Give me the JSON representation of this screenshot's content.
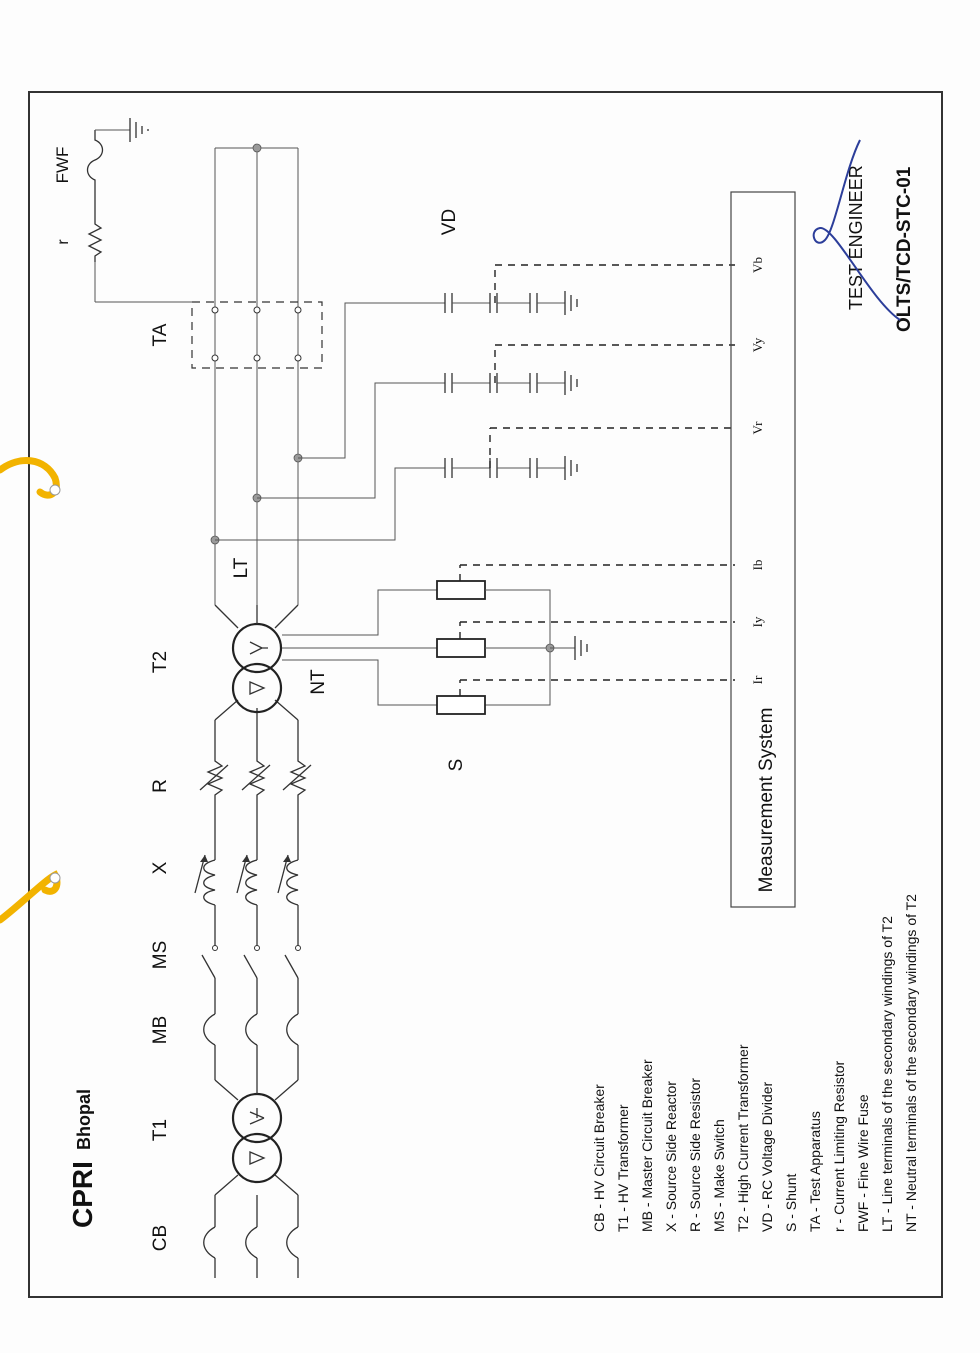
{
  "header": {
    "brand": "CPRI",
    "location": "Bhopal"
  },
  "labels": {
    "cb": "CB",
    "t1": "T1",
    "mb": "MB",
    "ms": "MS",
    "x": "X",
    "r": "R",
    "t2": "T2",
    "nt": "NT",
    "lt": "LT",
    "ta": "TA",
    "r_small": "r",
    "fwf": "FWF",
    "vd": "VD",
    "s": "S",
    "measurement_system": "Measurement System",
    "channels": [
      "Ir",
      "Iy",
      "Ib",
      "Vr",
      "Vy",
      "Vb"
    ]
  },
  "legend": [
    "CB - HV Circuit Breaker",
    "T1 - HV Transformer",
    "MB - Master Circuit Breaker",
    "X - Source Side Reactor",
    "R - Source Side Resistor",
    "MS - Make Switch",
    "T2 - High Current Transformer",
    "VD - RC Voltage Divider",
    "S - Shunt",
    "TA - Test Apparatus",
    "r - Current Limiting Resistor",
    "FWF - Fine Wire Fuse",
    "LT - Line terminals of the secondary windings of T2",
    "NT - Neutral terminals of the secondary windings of T2"
  ],
  "stamp": {
    "role": "TEST ENGINEER",
    "code": "OLTS/TCD-STC-01"
  },
  "colors": {
    "binding_string": "#f2b300",
    "ink": "#222222",
    "signature": "#2c3e9a"
  }
}
